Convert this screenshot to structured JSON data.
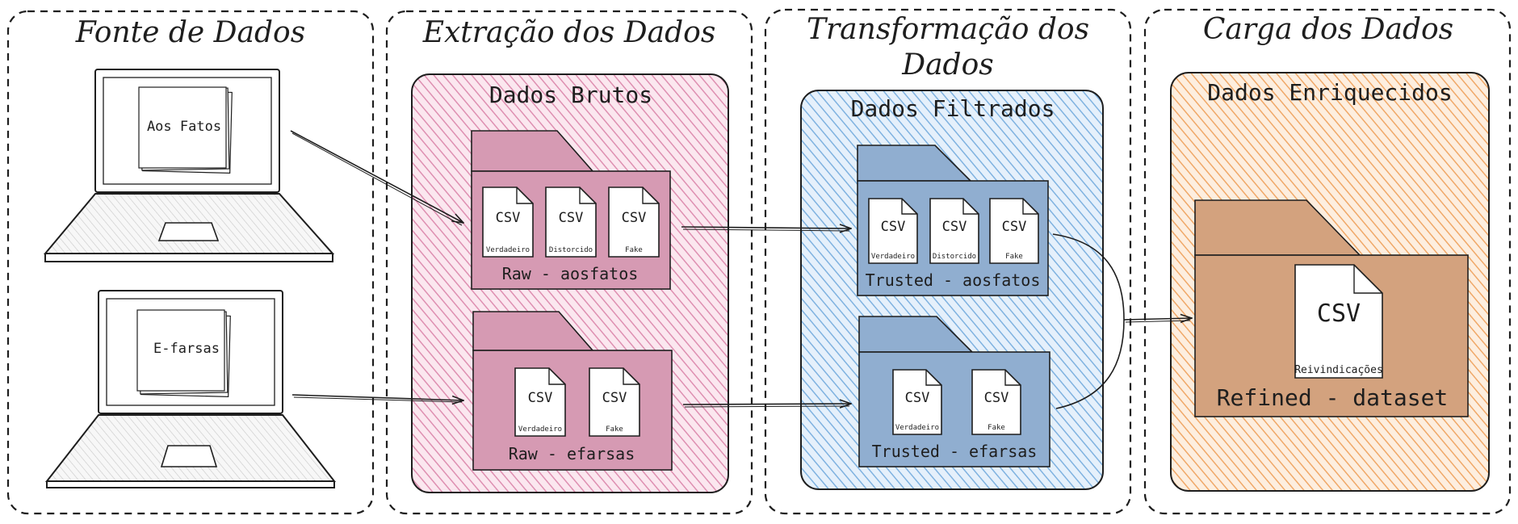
{
  "columns": {
    "source": {
      "title": "Fonte de Dados"
    },
    "extract": {
      "title": "Extração dos Dados"
    },
    "transform": {
      "title_line1": "Transformação dos",
      "title_line2": "Dados"
    },
    "load": {
      "title": "Carga dos Dados"
    }
  },
  "sources": {
    "aosfatos": {
      "label": "Aos Fatos"
    },
    "efarsas": {
      "label": "E-farsas"
    }
  },
  "raw": {
    "title": "Dados Brutos",
    "fill": "#e9a3c0",
    "folder_aosfatos": {
      "label": "Raw - aosfatos",
      "files": [
        {
          "ext": "CSV",
          "name": "Verdadeiro"
        },
        {
          "ext": "CSV",
          "name": "Distorcido"
        },
        {
          "ext": "CSV",
          "name": "Fake"
        }
      ]
    },
    "folder_efarsas": {
      "label": "Raw - efarsas",
      "files": [
        {
          "ext": "CSV",
          "name": "Verdadeiro"
        },
        {
          "ext": "CSV",
          "name": "Fake"
        }
      ]
    }
  },
  "filtered": {
    "title": "Dados Filtrados",
    "fill": "#8dbde6",
    "folder_aosfatos": {
      "label": "Trusted - aosfatos",
      "files": [
        {
          "ext": "CSV",
          "name": "Verdadeiro"
        },
        {
          "ext": "CSV",
          "name": "Distorcido"
        },
        {
          "ext": "CSV",
          "name": "Fake"
        }
      ]
    },
    "folder_efarsas": {
      "label": "Trusted - efarsas",
      "files": [
        {
          "ext": "CSV",
          "name": "Verdadeiro"
        },
        {
          "ext": "CSV",
          "name": "Fake"
        }
      ]
    }
  },
  "enriched": {
    "title": "Dados Enriquecidos",
    "fill": "#f3b680",
    "folder": {
      "label": "Refined - dataset",
      "files": [
        {
          "ext": "CSV",
          "name": "Reivindicações"
        }
      ]
    }
  }
}
